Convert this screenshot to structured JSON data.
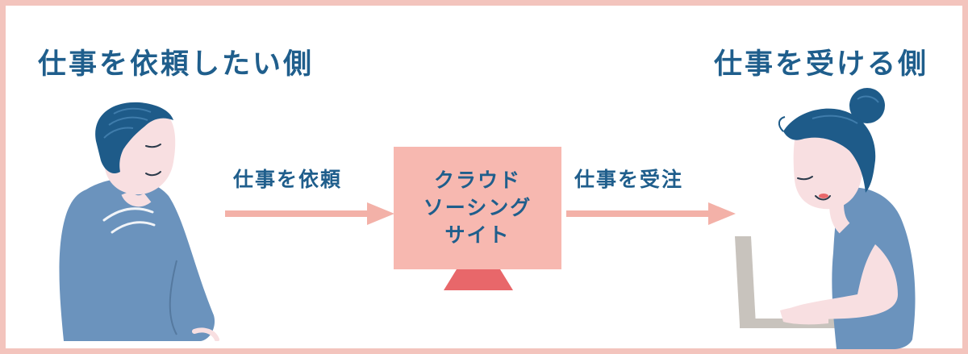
{
  "requester": {
    "heading": "仕事を依頼したい側"
  },
  "worker": {
    "heading": "仕事を受ける側"
  },
  "flow": {
    "request_label": "仕事を依頼",
    "accept_label": "仕事を受注"
  },
  "platform": {
    "lines": [
      "クラウド",
      "ソーシング",
      "サイト"
    ]
  },
  "colors": {
    "frame": "#f3c4bd",
    "text": "#1f5e8c",
    "arrow": "#f3b1a8",
    "screen": "#f7b8b0",
    "stand": "#e8676a",
    "clothing": "#6b93bd",
    "hair": "#1e5b89",
    "skin": "#f8dfe1",
    "laptop": "#c8c3bd"
  }
}
